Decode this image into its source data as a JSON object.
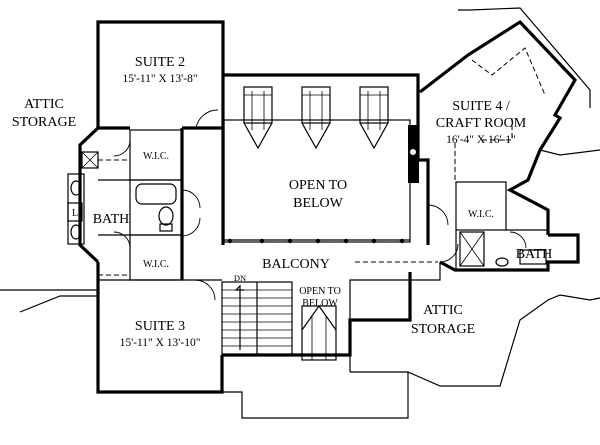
{
  "rooms": {
    "suite2": {
      "name": "SUITE 2",
      "dims": "15'-11\" X 13'-8\""
    },
    "suite3": {
      "name": "SUITE 3",
      "dims": "15'-11\" X 13'-10\""
    },
    "suite4": {
      "name": "SUITE 4 /",
      "name2": "CRAFT ROOM",
      "dims": "16'-4\" X 16'-1\""
    },
    "attic_left": {
      "line1": "ATTIC",
      "line2": "STORAGE"
    },
    "attic_right": {
      "line1": "ATTIC",
      "line2": "STORAGE"
    },
    "open_main": {
      "line1": "OPEN TO",
      "line2": "BELOW"
    },
    "open_small": {
      "line1": "OPEN TO",
      "line2": "BELOW"
    },
    "balcony": "BALCONY",
    "bath_left": "BATH",
    "bath_right": "BATH",
    "wic_top": "W.I.C.",
    "wic_bottom": "W.I.C.",
    "wic_right": "W.I.C.",
    "linen": "L",
    "stair_dn": "DN"
  }
}
